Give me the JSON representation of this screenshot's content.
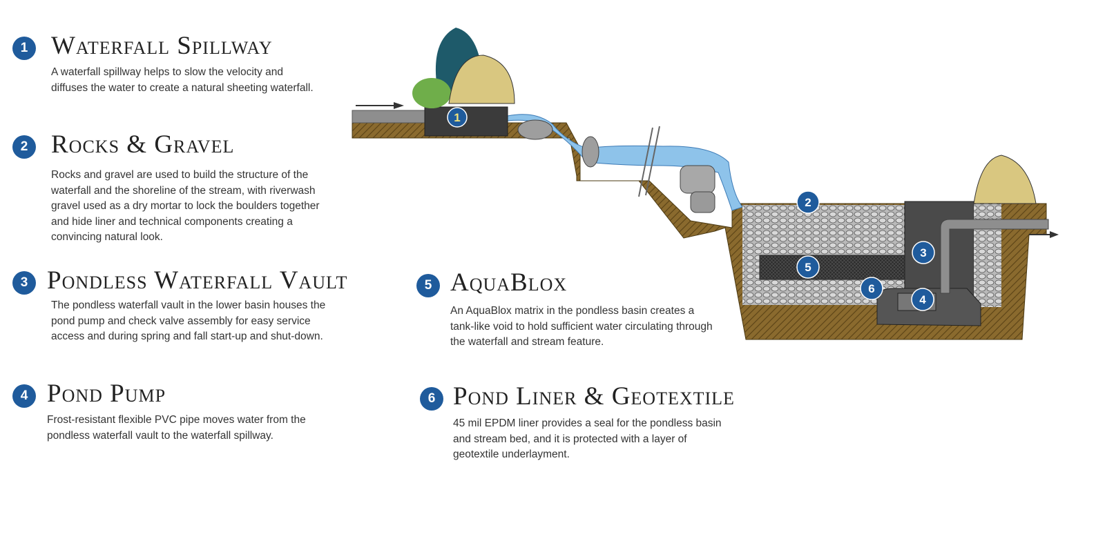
{
  "items": [
    {
      "number": "1",
      "title": "Waterfall Spillway",
      "description": "A waterfall spillway helps to slow the velocity and diffuses the water to create a natural sheeting waterfall."
    },
    {
      "number": "2",
      "title": "Rocks & Gravel",
      "description": "Rocks and gravel are used to build the structure of the waterfall and the shoreline of the stream, with riverwash gravel used as a dry mortar to lock the boulders together and hide liner and technical components creating a convincing natural look."
    },
    {
      "number": "3",
      "title": "Pondless Waterfall Vault",
      "description": "The pondless waterfall vault in the lower basin houses the pond pump and check valve assembly for easy service access and during spring and fall start-up and shut-down."
    },
    {
      "number": "4",
      "title": "Pond Pump",
      "description": "Frost-resistant flexible PVC pipe moves water from the pondless waterfall vault to the waterfall spillway."
    },
    {
      "number": "5",
      "title": "AquaBlox",
      "description": "An AquaBlox matrix in the pondless basin creates a tank-like void to hold sufficient water circulating through the waterfall and stream feature."
    },
    {
      "number": "6",
      "title": "Pond Liner & Geotextile",
      "description": "45 mil EPDM liner provides a seal for the pondless basin and stream bed, and it is protected with a layer of geotextile underlayment."
    }
  ],
  "diagram_markers": [
    "1",
    "2",
    "3",
    "4",
    "5",
    "6"
  ],
  "colors": {
    "badge": "#1f5b9c",
    "earth": "#8a6a2e",
    "water": "#8ec3ea",
    "gravel": "#9a9a9a",
    "vault": "#3d3d3d"
  }
}
